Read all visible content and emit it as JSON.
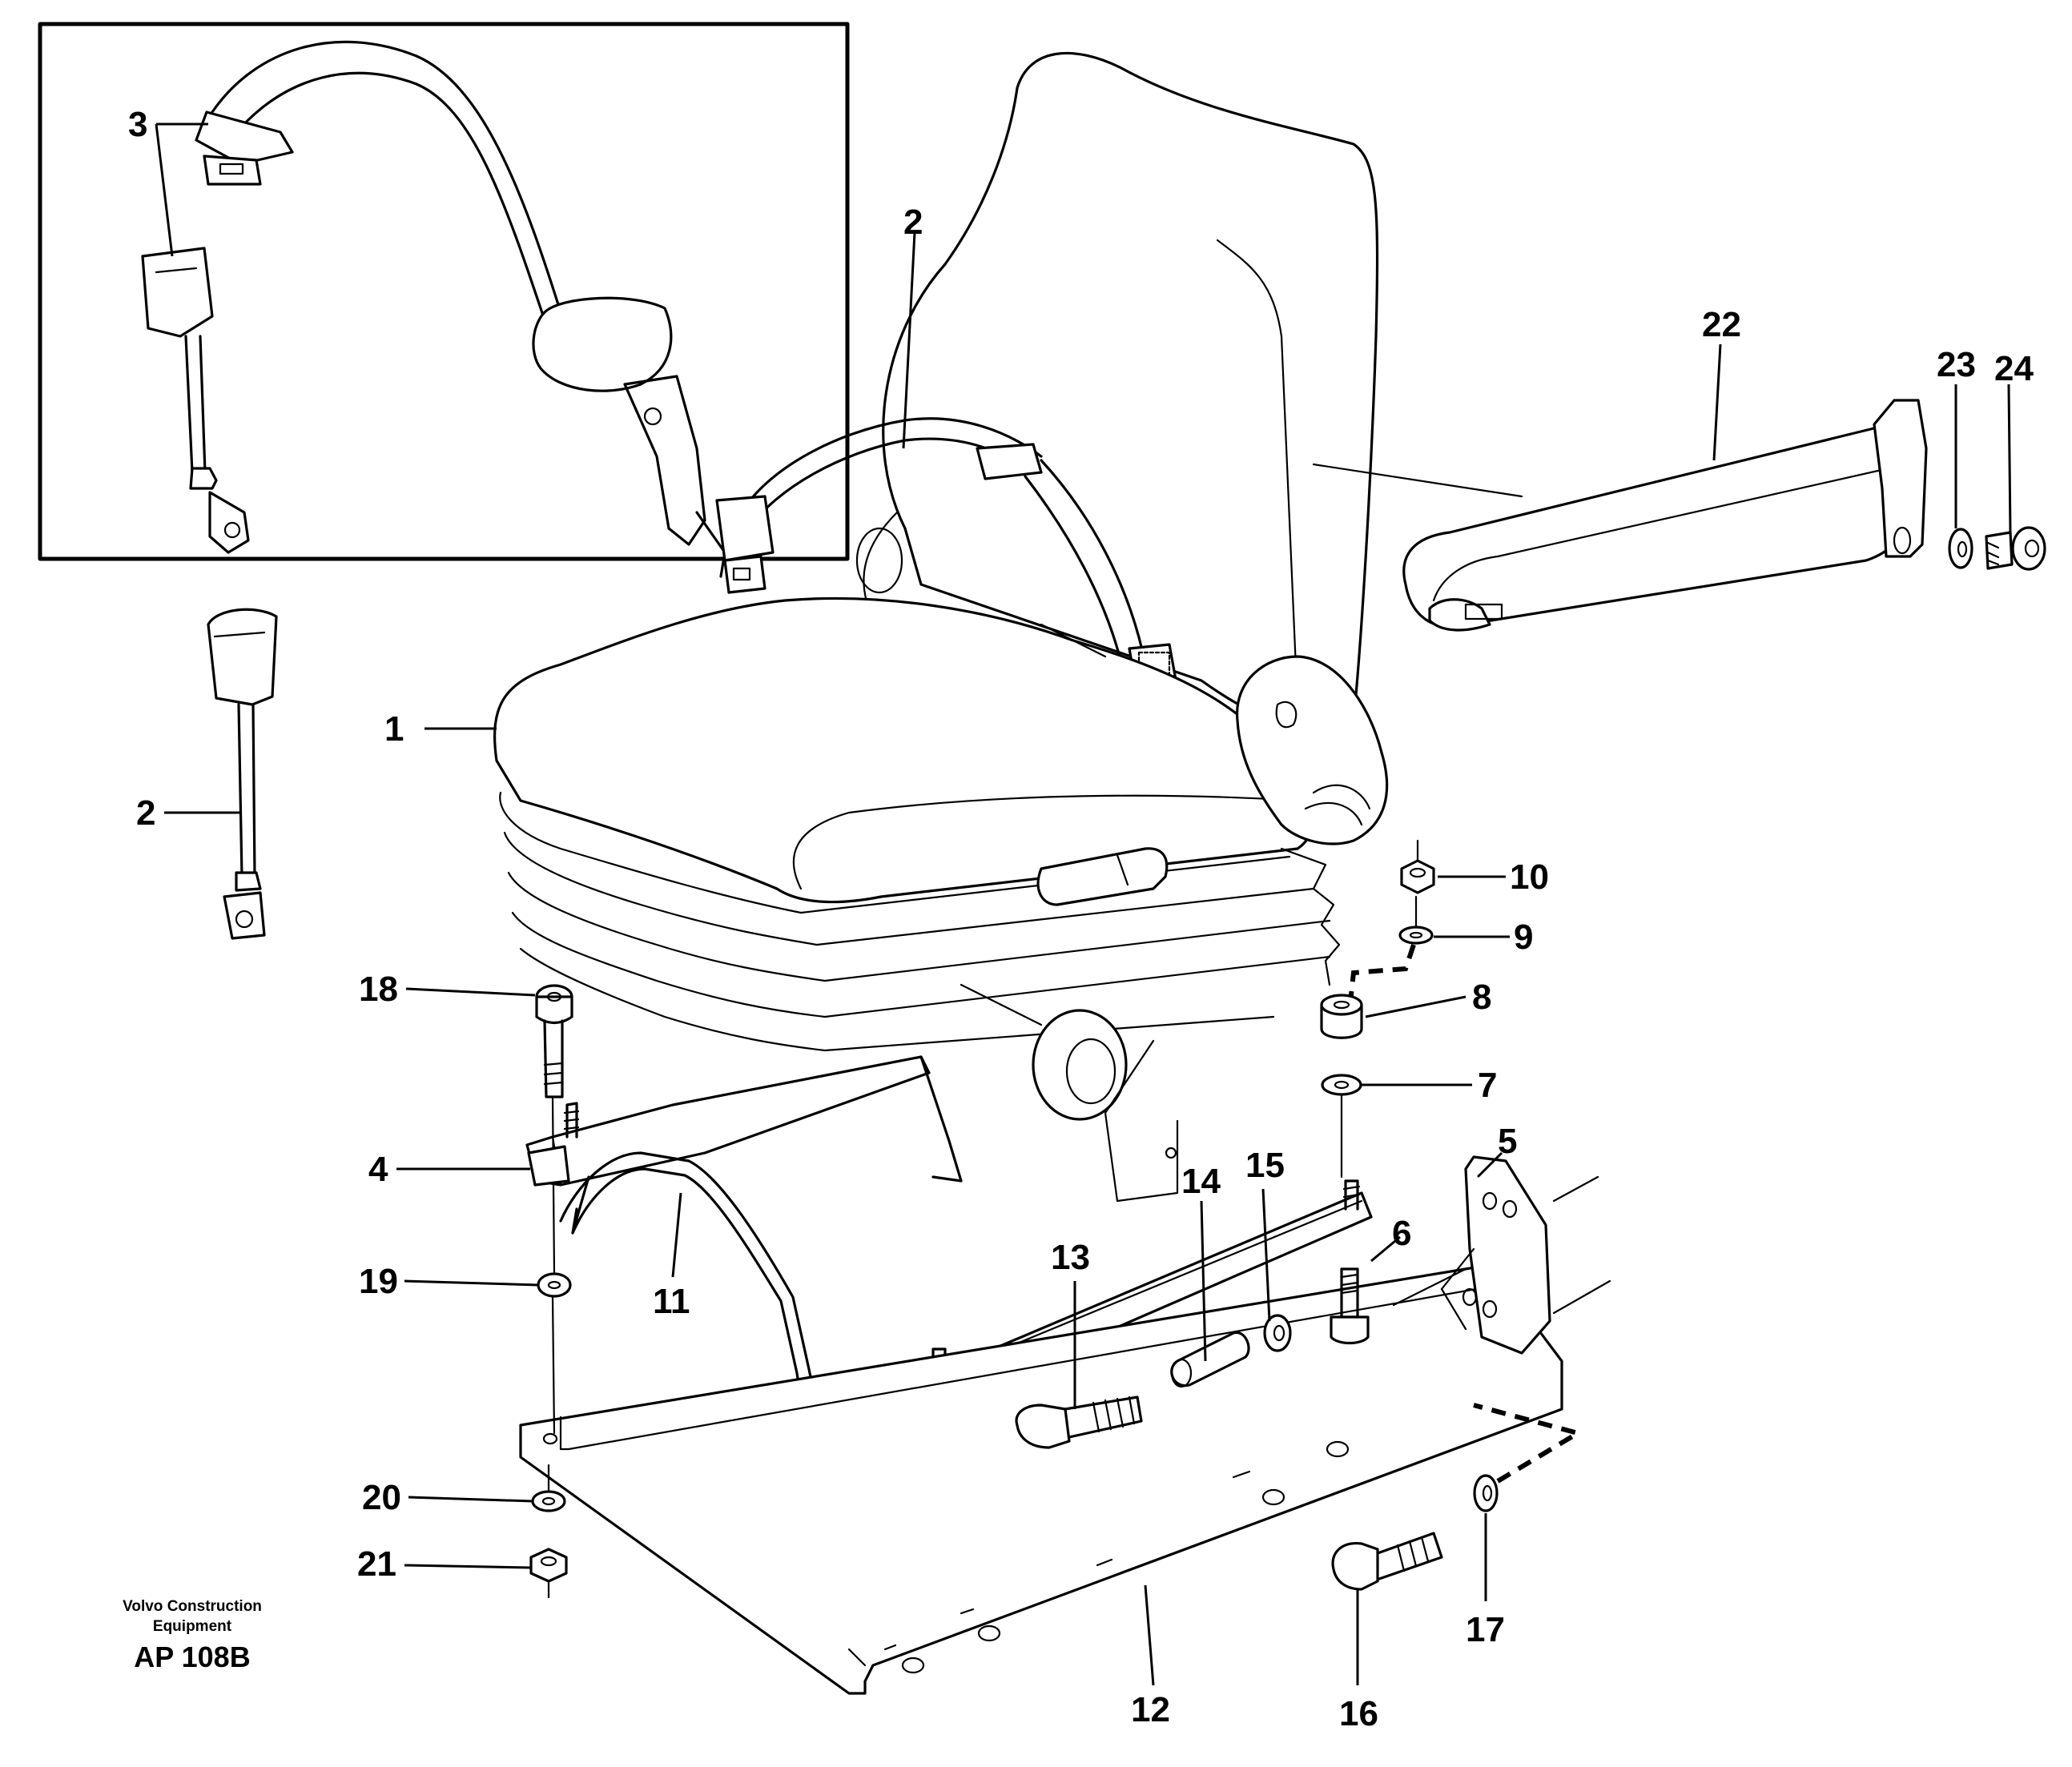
{
  "callouts": [
    {
      "id": "c1",
      "text": "1"
    },
    {
      "id": "c2a",
      "text": "2"
    },
    {
      "id": "c2b",
      "text": "2"
    },
    {
      "id": "c3",
      "text": "3"
    },
    {
      "id": "c4",
      "text": "4"
    },
    {
      "id": "c5",
      "text": "5"
    },
    {
      "id": "c6",
      "text": "6"
    },
    {
      "id": "c7",
      "text": "7"
    },
    {
      "id": "c8",
      "text": "8"
    },
    {
      "id": "c9",
      "text": "9"
    },
    {
      "id": "c10",
      "text": "10"
    },
    {
      "id": "c11",
      "text": "11"
    },
    {
      "id": "c12",
      "text": "12"
    },
    {
      "id": "c13",
      "text": "13"
    },
    {
      "id": "c14",
      "text": "14"
    },
    {
      "id": "c15",
      "text": "15"
    },
    {
      "id": "c16",
      "text": "16"
    },
    {
      "id": "c17",
      "text": "17"
    },
    {
      "id": "c18",
      "text": "18"
    },
    {
      "id": "c19",
      "text": "19"
    },
    {
      "id": "c20",
      "text": "20"
    },
    {
      "id": "c21",
      "text": "21"
    },
    {
      "id": "c22",
      "text": "22"
    },
    {
      "id": "c23",
      "text": "23"
    },
    {
      "id": "c24",
      "text": "24"
    }
  ],
  "credit": {
    "line1": "Volvo Construction",
    "line2": "Equipment"
  },
  "drawing_code": "AP 108B"
}
